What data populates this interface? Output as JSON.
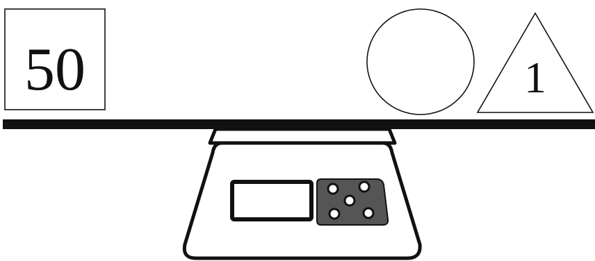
{
  "left_pan": {
    "shape": "square",
    "label": "50"
  },
  "right_pan": {
    "circle": {
      "shape": "circle",
      "label": ""
    },
    "triangle": {
      "shape": "triangle",
      "label": "1"
    }
  },
  "scale": {
    "icon": "digital-kitchen-scale-icon"
  },
  "colors": {
    "ink": "#111111",
    "background": "#ffffff",
    "panel": "#555555"
  }
}
